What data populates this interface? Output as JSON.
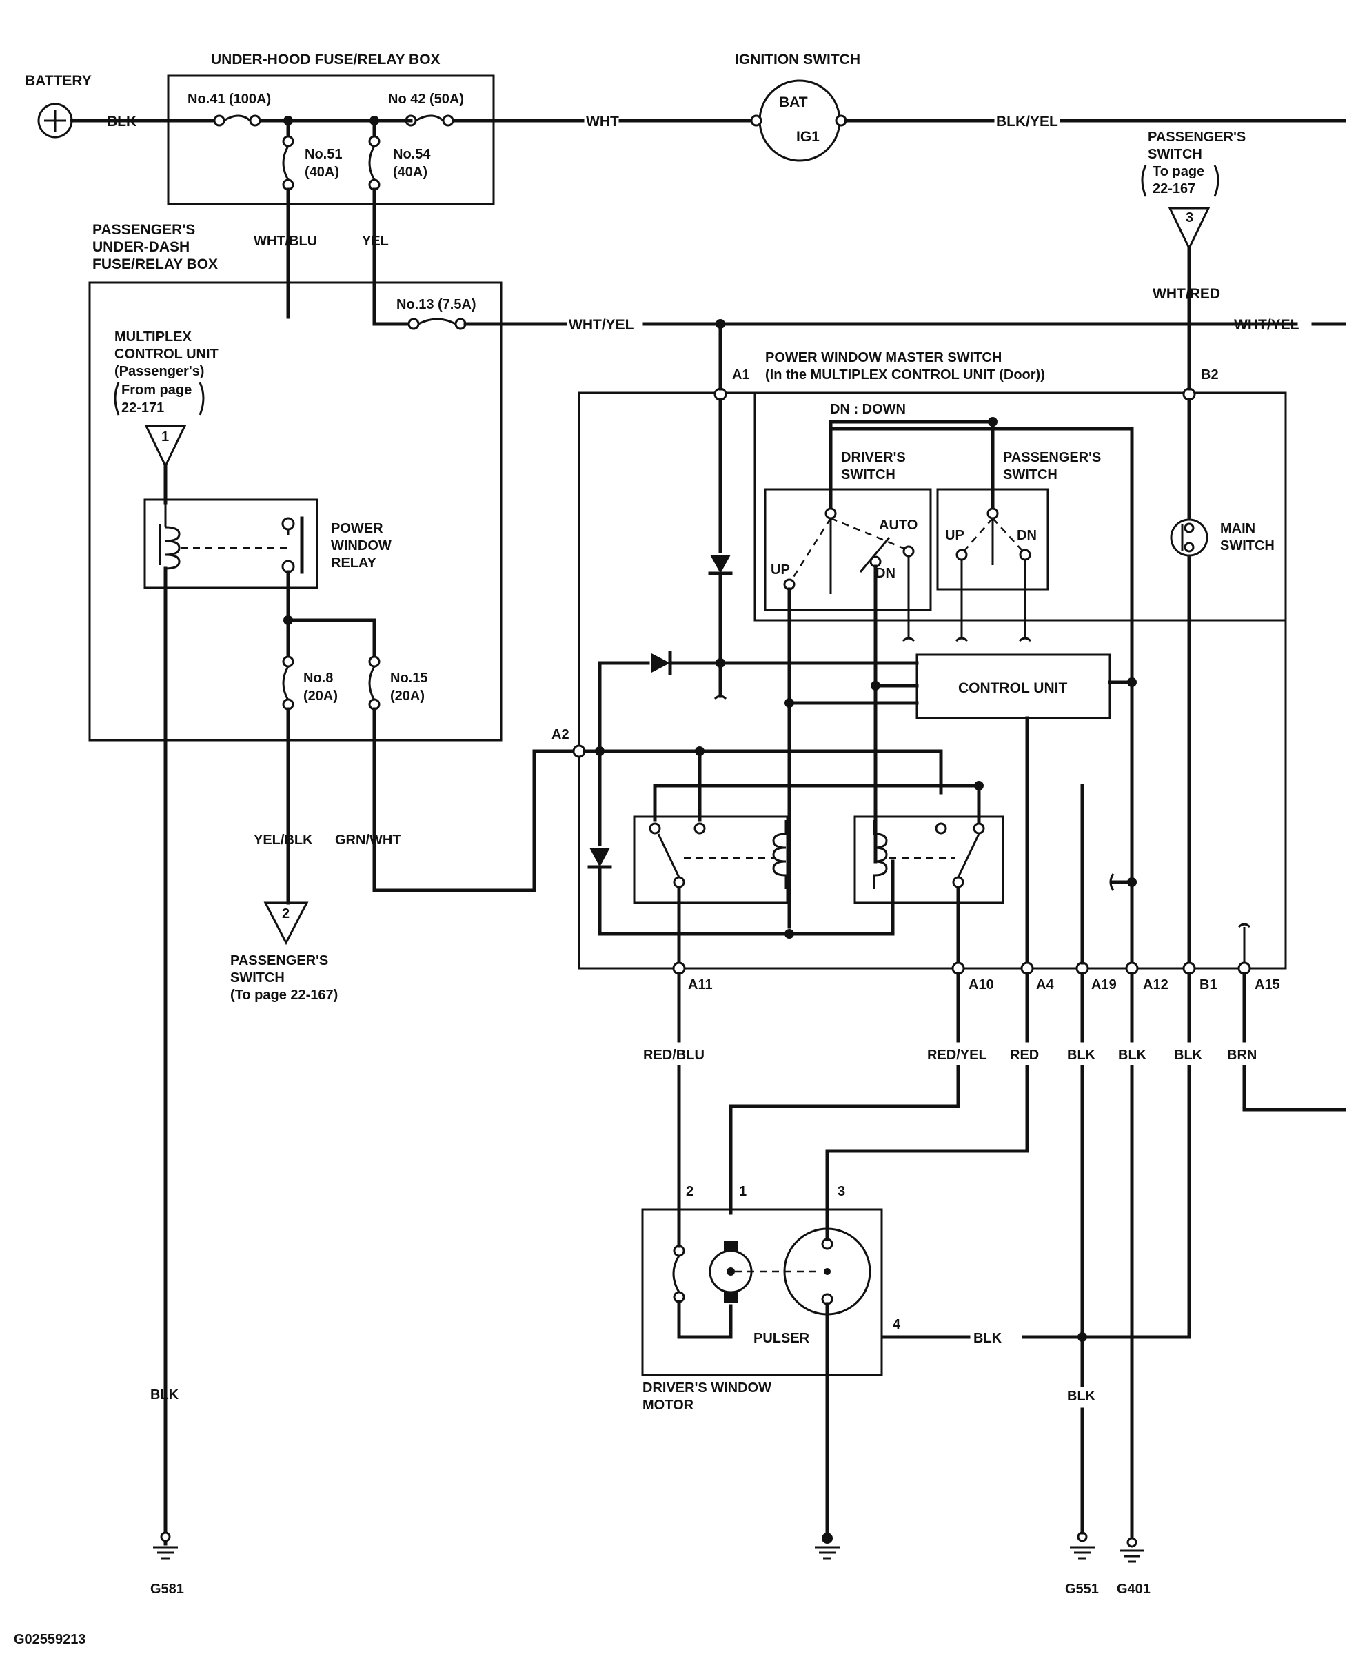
{
  "labels": {
    "battery": "BATTERY",
    "under_hood_box": "UNDER-HOOD FUSE/RELAY BOX",
    "ignition_switch": "IGNITION SWITCH",
    "ign_bat": "BAT",
    "ign_ig1": "IG1",
    "fuse41": "No.41 (100A)",
    "fuse42": "No 42 (50A)",
    "fuse51": "No.51",
    "fuse51_rating": "(40A)",
    "fuse54": "No.54",
    "fuse54_rating": "(40A)",
    "fuse13": "No.13 (7.5A)",
    "fuse8": "No.8",
    "fuse8_rating": "(20A)",
    "fuse15": "No.15",
    "fuse15_rating": "(20A)",
    "under_dash_box_1": "PASSENGER'S",
    "under_dash_box_2": "UNDER-DASH",
    "under_dash_box_3": "FUSE/RELAY BOX",
    "mcu_1": "MULTIPLEX",
    "mcu_2": "CONTROL UNIT",
    "mcu_3": "(Passenger's)",
    "mcu_4": "From page",
    "mcu_5": "22-171",
    "relay_1": "POWER",
    "relay_2": "WINDOW",
    "relay_3": "RELAY",
    "pass_switch_top_1": "PASSENGER'S",
    "pass_switch_top_2": "SWITCH",
    "pass_switch_top_3": "To page",
    "pass_switch_top_4": "22-167",
    "pass_switch_bot_1": "PASSENGER'S",
    "pass_switch_bot_2": "SWITCH",
    "pass_switch_bot_3": "(To page 22-167)",
    "master_1": "POWER WINDOW MASTER SWITCH",
    "master_2": "(In the MULTIPLEX CONTROL UNIT (Door))",
    "dn_down": "DN : DOWN",
    "drivers_switch_1": "DRIVER'S",
    "drivers_switch_2": "SWITCH",
    "passengers_switch_1": "PASSENGER'S",
    "passengers_switch_2": "SWITCH",
    "up": "UP",
    "dn": "DN",
    "auto": "AUTO",
    "main_switch_1": "MAIN",
    "main_switch_2": "SWITCH",
    "control_unit": "CONTROL UNIT",
    "motor_1": "DRIVER'S WINDOW",
    "motor_2": "MOTOR",
    "pulser": "PULSER",
    "figure_id": "G02559213"
  },
  "connectors": {
    "tri1": "1",
    "tri2": "2",
    "tri3": "3",
    "a1": "A1",
    "a2": "A2",
    "b2": "B2",
    "a11": "A11",
    "a10": "A10",
    "a4": "A4",
    "a19": "A19",
    "a12": "A12",
    "b1": "B1",
    "a15": "A15",
    "m1": "1",
    "m2": "2",
    "m3": "3",
    "m4": "4"
  },
  "wires": {
    "blk": "BLK",
    "wht": "WHT",
    "blk_yel": "BLK/YEL",
    "wht_blu": "WHT/BLU",
    "yel": "YEL",
    "wht_yel": "WHT/YEL",
    "wht_red": "WHT/RED",
    "yel_blk": "YEL/BLK",
    "grn_wht": "GRN/WHT",
    "red_blu": "RED/BLU",
    "red_yel": "RED/YEL",
    "red": "RED",
    "brn": "BRN"
  },
  "grounds": {
    "g581": "G581",
    "g551": "G551",
    "g401": "G401"
  }
}
